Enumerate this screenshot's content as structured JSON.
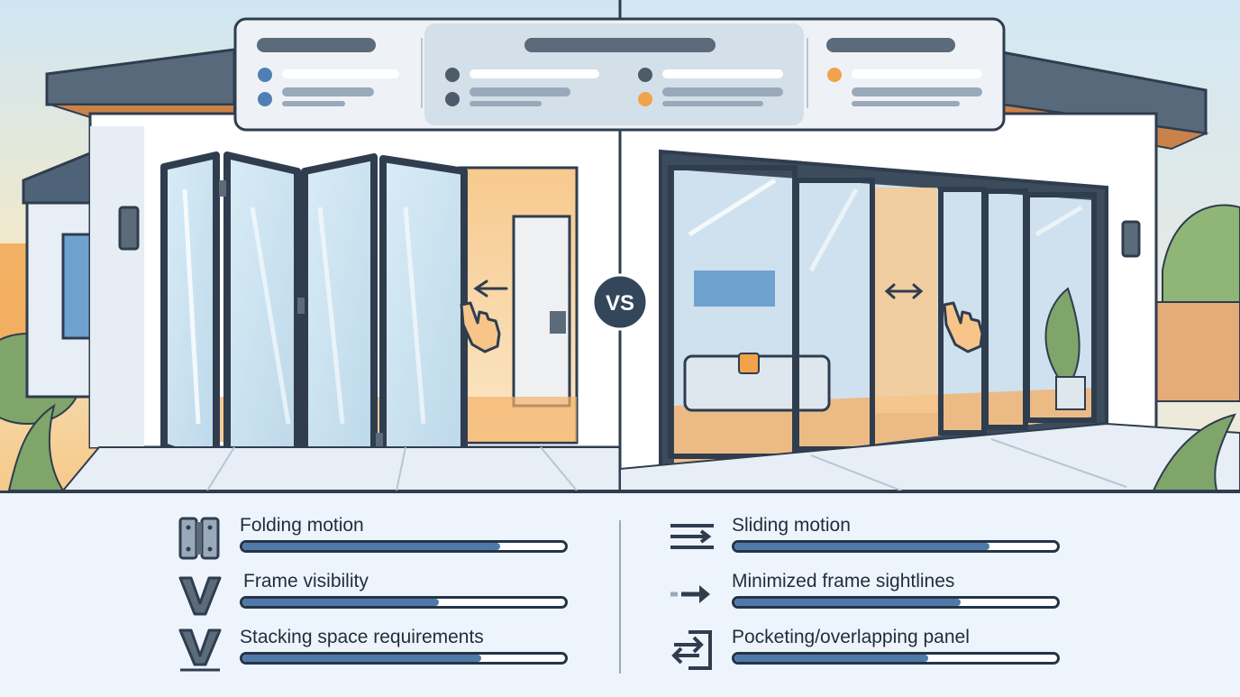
{
  "vs_label": "VS",
  "comparison": {
    "left": {
      "items": [
        {
          "label": "Folding motion",
          "icon": "hinge-icon",
          "level": 0.8
        },
        {
          "label": "Frame visibility",
          "icon": "v-frame-icon",
          "level": 0.61
        },
        {
          "label": "Stacking space requirements",
          "icon": "v-frame-icon",
          "level": 0.74
        }
      ]
    },
    "right": {
      "items": [
        {
          "label": "Sliding motion",
          "icon": "sliding-lines-icon",
          "level": 0.79
        },
        {
          "label": "Minimized frame sightlines",
          "icon": "dashed-arrow-icon",
          "level": 0.7
        },
        {
          "label": "Pocketing/overlapping panel",
          "icon": "overlap-arrows-icon",
          "level": 0.6
        }
      ]
    }
  },
  "colors": {
    "outline": "#2f3d4f",
    "meter_fill": "#4f79a8",
    "accent_orange": "#f2a24b",
    "accent_blue": "#4f7fb5",
    "sky": "#dcebf5"
  }
}
